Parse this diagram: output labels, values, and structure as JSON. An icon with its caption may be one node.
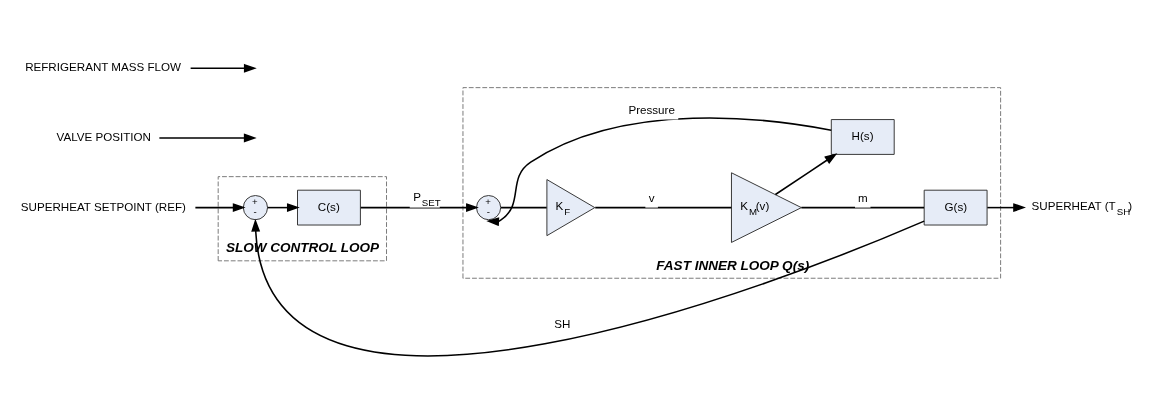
{
  "diagram": {
    "nodes": [
      {
        "text": [
          "SLOW CONTROL LOOP"
        ]
      },
      {
        "text": [
          "SUPERHEAT SETPOINT (REF)"
        ]
      },
      {
        "text": [
          "+",
          "-"
        ],
        "in": 0
      },
      {
        "text": [
          "C(s)"
        ],
        "in": 0
      },
      {
        "text": [
          "FAST INNER LOOP Q(s)"
        ]
      },
      {
        "text": [
          "+",
          "-"
        ],
        "in": 4
      },
      {
        "text": [
          "K$_{F}$"
        ],
        "in": 4
      },
      {
        "text": [
          "K$_{M}$(v)"
        ],
        "in": 4
      },
      {
        "text": [
          "G(s)"
        ],
        "in": 4
      },
      {
        "text": [
          "H(s)"
        ],
        "in": 4
      },
      {
        "text": [
          "SUPERHEAT (T$_{SH}$)"
        ]
      },
      {
        "text": [
          "VALVE POSITION"
        ]
      },
      {
        "text": [
          "REFRIGERANT MASS FLOW"
        ]
      }
    ],
    "edges": [
      {
        "from": 1,
        "to": 2,
        "arrow": "to"
      },
      {
        "from": 2,
        "to": 3,
        "arrow": "to"
      },
      {
        "from": 3,
        "to": 5,
        "arrow": "to",
        "label": "P$_{SET}$"
      },
      {
        "from": 5,
        "to": 6,
        "arrow": "none"
      },
      {
        "from": 6,
        "to": 7,
        "arrow": "none",
        "label": "v"
      },
      {
        "from": 7,
        "to": 8,
        "arrow": "none",
        "label": "m"
      },
      {
        "from": 8,
        "to": 10,
        "arrow": "to"
      },
      {
        "from": 7,
        "to": 9,
        "arrow": "to"
      },
      {
        "from": 9,
        "to": 5,
        "arrow": "to",
        "label": "Pressure"
      },
      {
        "from": 8,
        "to": 2,
        "arrow": "to",
        "label": "SH"
      },
      {
        "from": 11,
        "to": null,
        "arrow": "to"
      },
      {
        "from": 12,
        "to": null,
        "arrow": "to"
      }
    ]
  }
}
